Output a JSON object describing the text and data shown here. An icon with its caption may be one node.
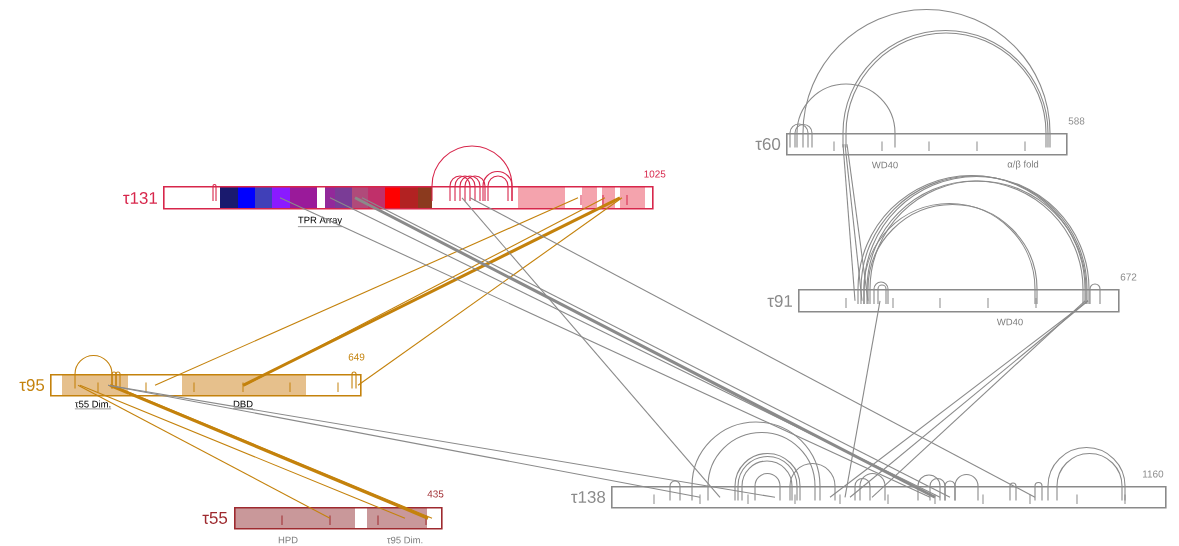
{
  "diagram": {
    "nodes": [
      {
        "text": [
          "τ131"
        ],
        "beside": [
          "1025",
          "TPR Array"
        ]
      },
      {
        "text": [
          "τ60"
        ],
        "beside": [
          "588",
          "WD40",
          "α/β fold"
        ]
      },
      {
        "text": [
          "τ91"
        ],
        "beside": [
          "672",
          "WD40"
        ]
      },
      {
        "text": [
          "τ95"
        ],
        "beside": [
          "649",
          "τ55 Dim.",
          "DBD"
        ]
      },
      {
        "text": [
          "τ55"
        ],
        "beside": [
          "435",
          "HPD",
          "τ95 Dim."
        ]
      },
      {
        "text": [
          "τ138"
        ],
        "beside": [
          "1160"
        ]
      }
    ],
    "edges": [
      {
        "from": 3,
        "to": 0,
        "arrow": "none",
        "color": "#c4820c"
      },
      {
        "from": 3,
        "to": 0,
        "arrow": "none",
        "color": "#c4820c",
        "style": "thick"
      },
      {
        "from": 3,
        "to": 0,
        "arrow": "none",
        "color": "#c4820c"
      },
      {
        "from": 3,
        "to": 0,
        "arrow": "none",
        "color": "#c4820c"
      },
      {
        "from": 3,
        "to": 4,
        "arrow": "none",
        "color": "#c4820c"
      },
      {
        "from": 3,
        "to": 4,
        "arrow": "none",
        "color": "#c4820c"
      },
      {
        "from": 3,
        "to": 4,
        "arrow": "none",
        "color": "#c4820c",
        "style": "thick"
      },
      {
        "from": 3,
        "to": 4,
        "arrow": "none",
        "color": "#c4820c"
      },
      {
        "from": 0,
        "to": 5,
        "arrow": "none"
      },
      {
        "from": 0,
        "to": 5,
        "arrow": "none"
      },
      {
        "from": 0,
        "to": 5,
        "arrow": "none",
        "style": "thick"
      },
      {
        "from": 0,
        "to": 5,
        "arrow": "none"
      },
      {
        "from": 0,
        "to": 5,
        "arrow": "none"
      },
      {
        "from": 0,
        "to": 5,
        "arrow": "none"
      },
      {
        "from": 3,
        "to": 5,
        "arrow": "none"
      },
      {
        "from": 3,
        "to": 5,
        "arrow": "none"
      },
      {
        "from": 1,
        "to": 2,
        "arrow": "none"
      },
      {
        "from": 1,
        "to": 2,
        "arrow": "none"
      },
      {
        "from": 1,
        "to": 2,
        "arrow": "none"
      },
      {
        "from": 2,
        "to": 5,
        "arrow": "none"
      },
      {
        "from": 2,
        "to": 5,
        "arrow": "none"
      },
      {
        "from": 2,
        "to": 5,
        "arrow": "none"
      },
      {
        "from": 2,
        "to": 5,
        "arrow": "none"
      }
    ]
  }
}
